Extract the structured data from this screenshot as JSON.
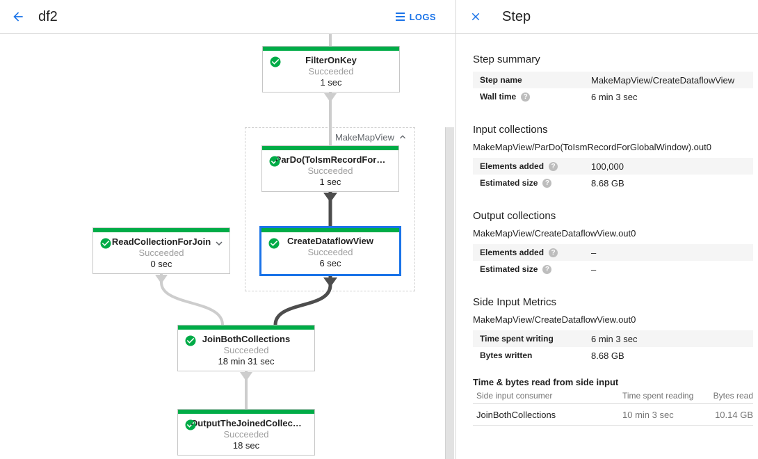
{
  "header": {
    "title": "df2",
    "logs_label": "LOGS"
  },
  "panel": {
    "title": "Step",
    "step_summary": {
      "heading": "Step summary",
      "rows": [
        {
          "label": "Step name",
          "value": "MakeMapView/CreateDataflowView"
        },
        {
          "label": "Wall time",
          "value": "6 min 3 sec",
          "help": true
        }
      ]
    },
    "input_collections": {
      "heading": "Input collections",
      "subtitle": "MakeMapView/ParDo(ToIsmRecordForGlobalWindow).out0",
      "rows": [
        {
          "label": "Elements added",
          "value": "100,000",
          "help": true
        },
        {
          "label": "Estimated size",
          "value": "8.68 GB",
          "help": true
        }
      ]
    },
    "output_collections": {
      "heading": "Output collections",
      "subtitle": "MakeMapView/CreateDataflowView.out0",
      "rows": [
        {
          "label": "Elements added",
          "value": "–",
          "help": true
        },
        {
          "label": "Estimated size",
          "value": "–",
          "help": true
        }
      ]
    },
    "side_input_metrics": {
      "heading": "Side Input Metrics",
      "subtitle": "MakeMapView/CreateDataflowView.out0",
      "rows": [
        {
          "label": "Time spent writing",
          "value": "6 min 3 sec"
        },
        {
          "label": "Bytes written",
          "value": "8.68 GB"
        }
      ]
    },
    "side_input_table": {
      "heading": "Time & bytes read from side input",
      "columns": [
        "Side input consumer",
        "Time spent reading",
        "Bytes read"
      ],
      "rows": [
        [
          "JoinBothCollections",
          "10 min 3 sec",
          "10.14 GB"
        ]
      ]
    }
  },
  "graph": {
    "group_label": "MakeMapView",
    "nodes": [
      {
        "title": "FilterOnKey",
        "status": "Succeeded",
        "time": "1 sec"
      },
      {
        "title": "ParDo(ToIsmRecordFor…",
        "status": "Succeeded",
        "time": "1 sec"
      },
      {
        "title": "CreateDataflowView",
        "status": "Succeeded",
        "time": "6 sec",
        "selected": true
      },
      {
        "title": "ReadCollectionForJoin",
        "status": "Succeeded",
        "time": "0 sec"
      },
      {
        "title": "JoinBothCollections",
        "status": "Succeeded",
        "time": "18 min 31 sec"
      },
      {
        "title": "OutputTheJoinedCollec…",
        "status": "Succeeded",
        "time": "18 sec"
      }
    ]
  },
  "icons": {
    "help_glyph": "?"
  },
  "colors": {
    "accent_blue": "#1a73e8",
    "success_green": "#00ac47",
    "selected_border": "#1a73e8",
    "edge_light": "#cdcdcd",
    "edge_dark": "#4d4d4d",
    "status_gray": "#9e9e9e"
  }
}
